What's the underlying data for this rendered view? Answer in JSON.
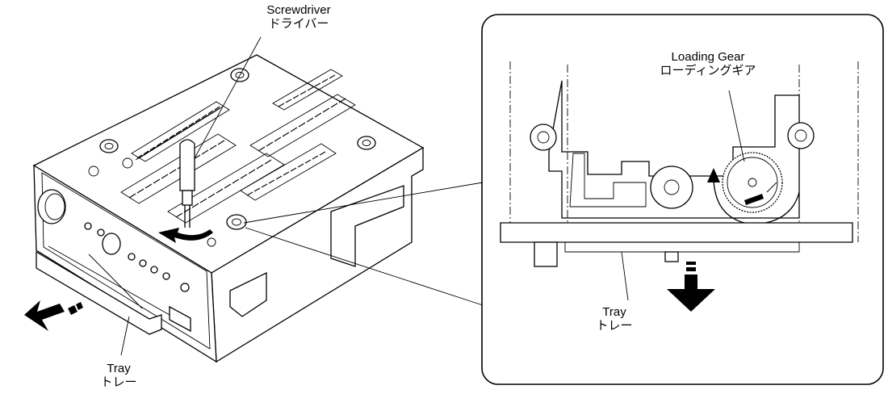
{
  "labels": {
    "screwdriver_en": "Screwdriver",
    "screwdriver_ja": "ドライバー",
    "loading_gear_en": "Loading Gear",
    "loading_gear_ja": "ローディングギア",
    "tray_left_en": "Tray",
    "tray_left_ja": "トレー",
    "tray_right_en": "Tray",
    "tray_right_ja": "トレー"
  },
  "colors": {
    "line": "#000000",
    "background": "#ffffff"
  }
}
